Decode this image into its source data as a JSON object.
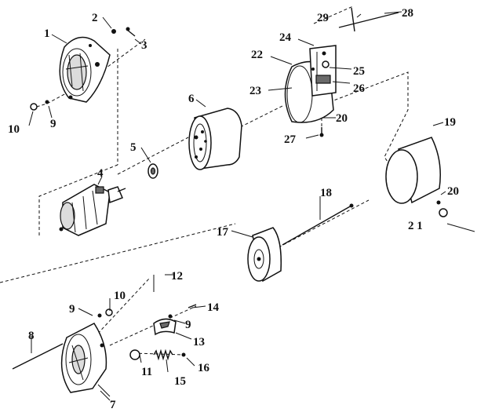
{
  "labels": {
    "l1": "1",
    "l2": "2",
    "l3": "3",
    "l4": "4",
    "l5": "5",
    "l6": "6",
    "l7": "7",
    "l8": "8",
    "l9a": "9",
    "l9b": "9",
    "l9c": "9",
    "l10a": "10",
    "l10b": "10",
    "l11": "11",
    "l12": "12",
    "l13": "13",
    "l14": "14",
    "l15": "15",
    "l16": "16",
    "l17": "17",
    "l18": "18",
    "l19": "19",
    "l20a": "20",
    "l20b": "20",
    "l21": "2 1",
    "l22": "22",
    "l23": "23",
    "l24": "24",
    "l25": "25",
    "l26": "26",
    "l27": "27",
    "l28": "28",
    "l29": "29"
  }
}
